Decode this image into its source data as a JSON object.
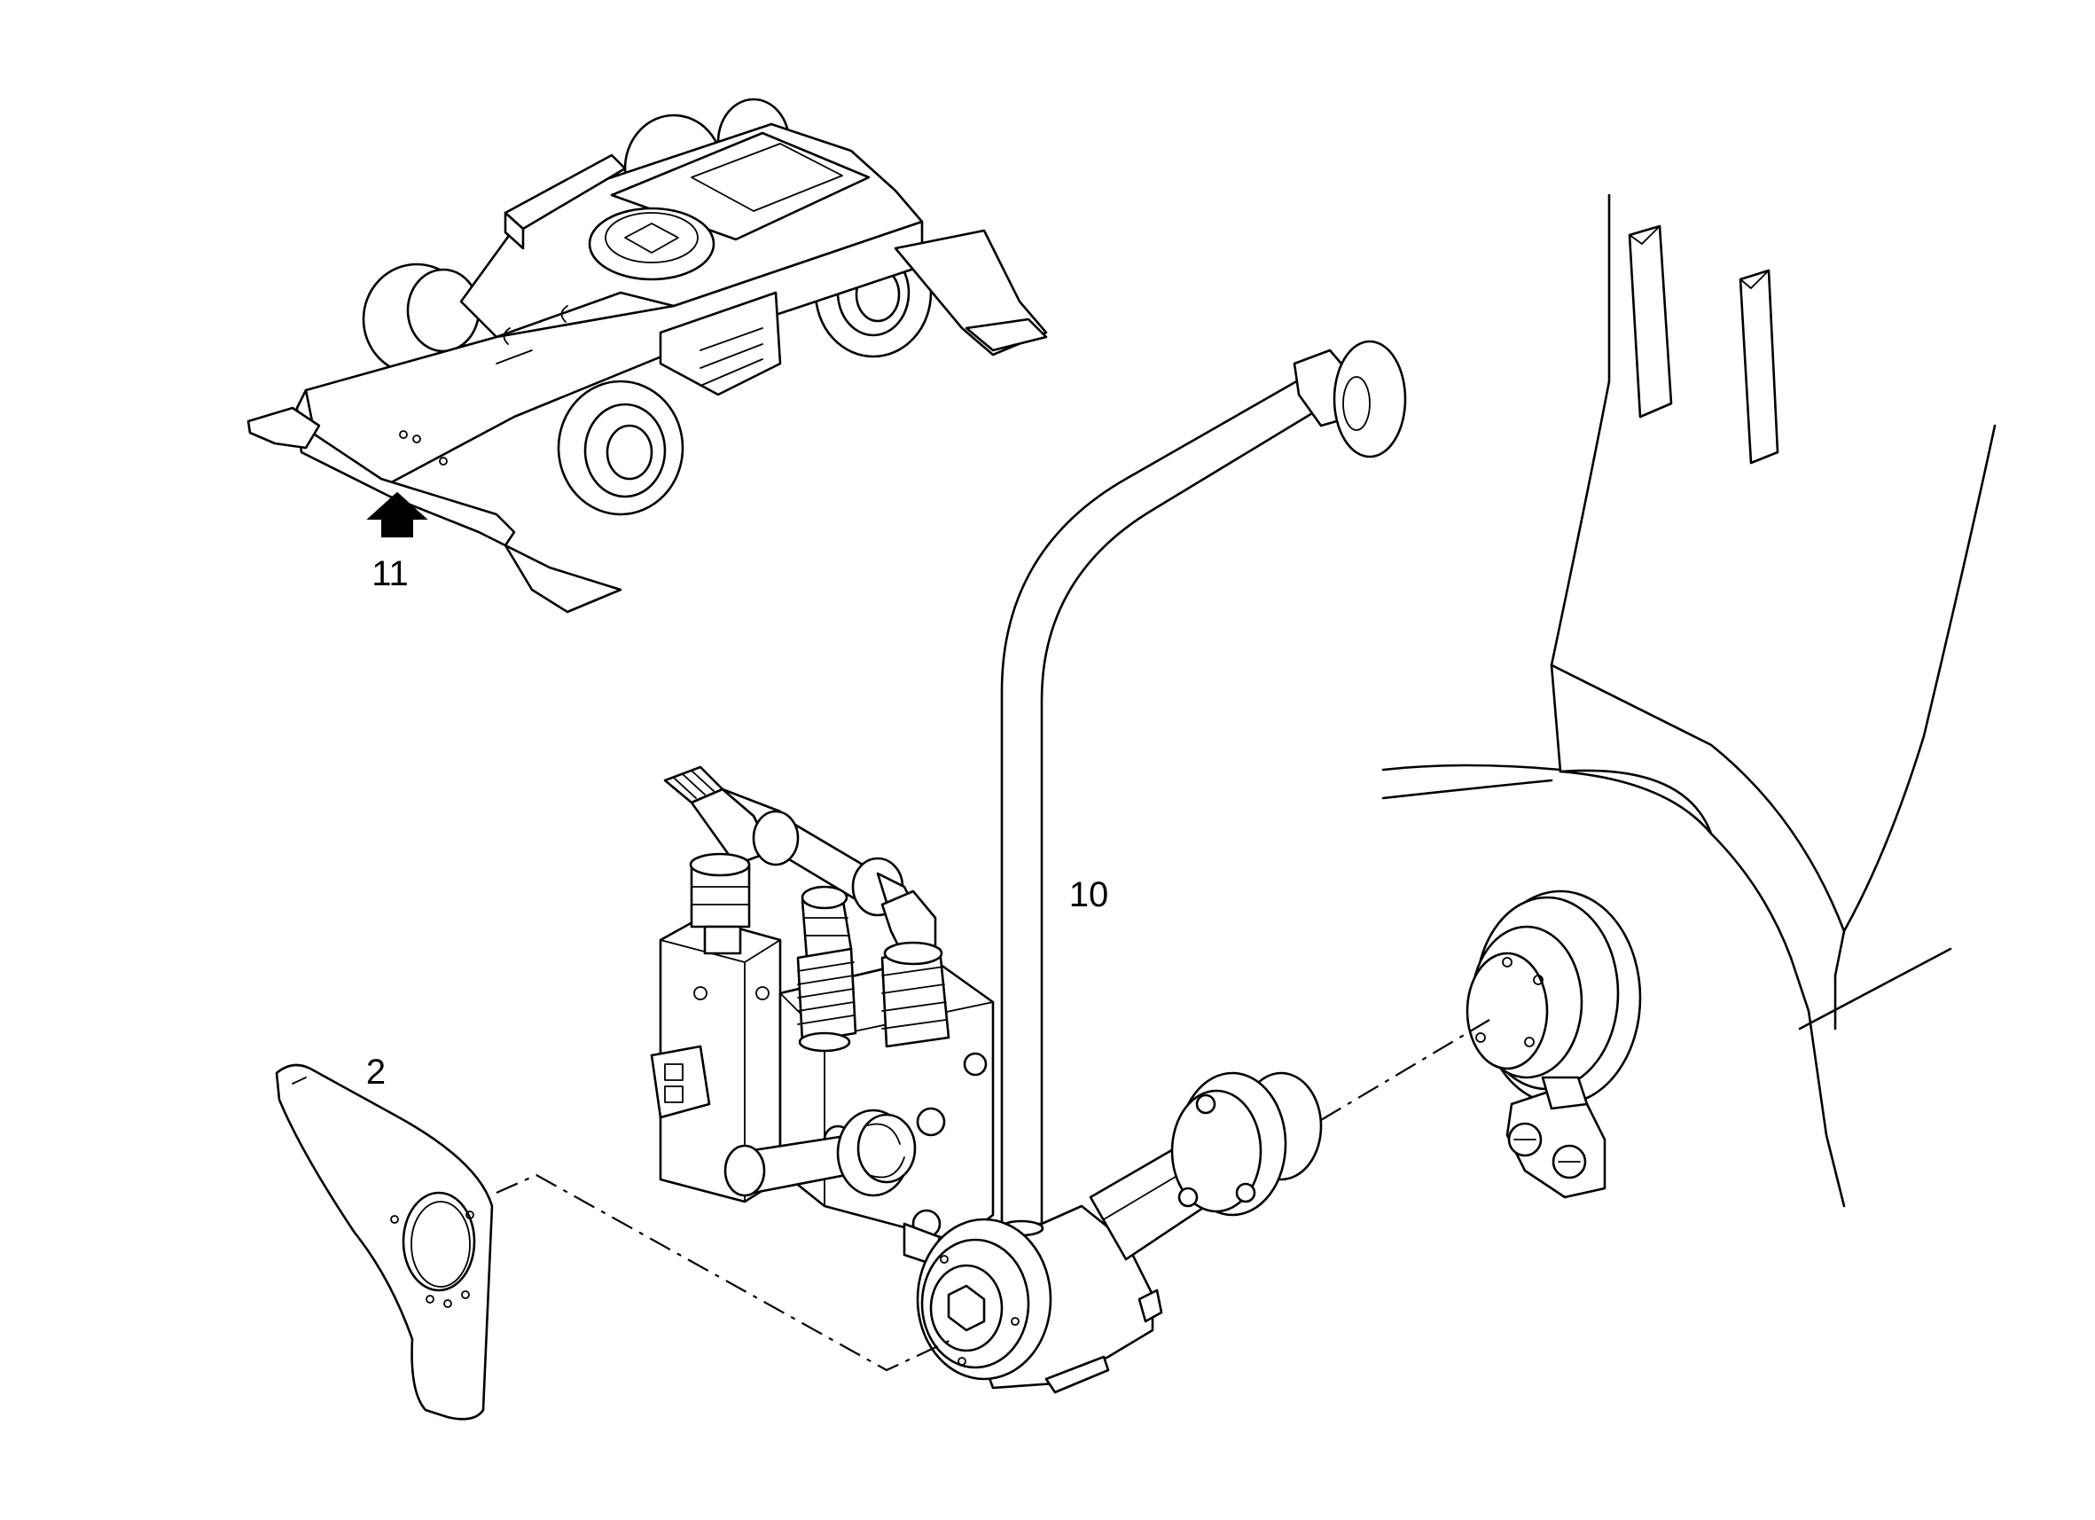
{
  "labels": {
    "cart": "11",
    "pipe": "10",
    "plate": "2"
  },
  "colors": {
    "stroke": "#000000",
    "background": "#ffffff"
  }
}
